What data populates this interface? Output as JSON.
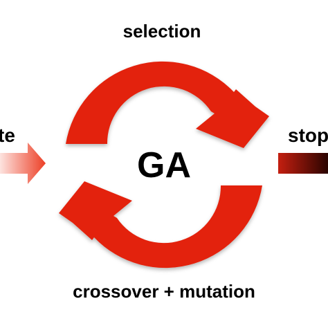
{
  "diagram": {
    "center_label": "GA",
    "top_label": "selection",
    "bottom_label": "crossover + mutation",
    "left_label": "te",
    "right_label": "stop",
    "colors": {
      "arrow_red": "#e3240c",
      "left_arrow_light": "#fde3df",
      "left_arrow_dark": "#ec3f26",
      "right_arrow_dark": "#2a0400",
      "right_arrow_red": "#c41f10",
      "text": "#000000",
      "background": "#ffffff"
    },
    "icons": {
      "top_cycle_arrow": "curved-arrow-clockwise-icon",
      "bottom_cycle_arrow": "curved-arrow-clockwise-icon",
      "input_arrow": "arrow-right-icon",
      "output_arrow": "arrow-right-icon"
    }
  }
}
